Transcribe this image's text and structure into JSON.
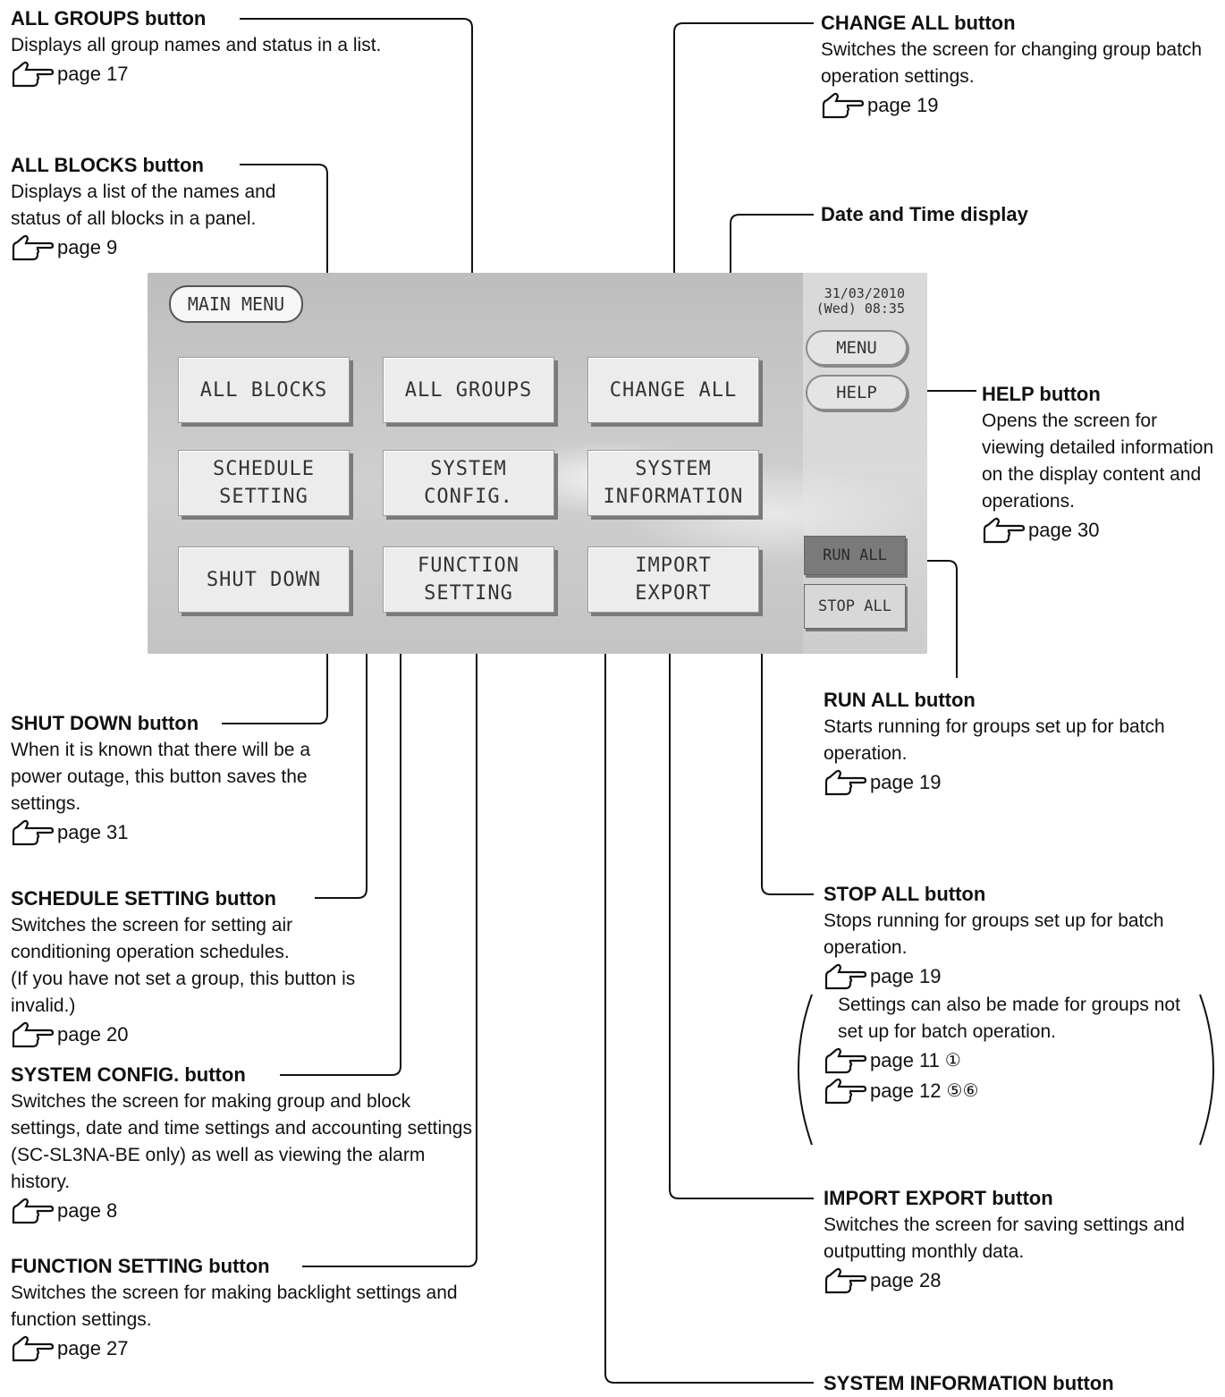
{
  "screen": {
    "main_menu_label": "MAIN MENU",
    "date_line1": "31/03/2010",
    "date_line2": "(Wed) 08:35",
    "menu_button": "MENU",
    "help_button": "HELP",
    "run_all_button": "RUN ALL",
    "stop_all_button": "STOP ALL",
    "buttons": [
      {
        "label": "ALL BLOCKS"
      },
      {
        "label": "ALL GROUPS"
      },
      {
        "label": "CHANGE ALL"
      },
      {
        "label": "SCHEDULE\nSETTING"
      },
      {
        "label": "SYSTEM\nCONFIG."
      },
      {
        "label": "SYSTEM\nINFORMATION"
      },
      {
        "label": "SHUT DOWN"
      },
      {
        "label": "FUNCTION\nSETTING"
      },
      {
        "label": "IMPORT\nEXPORT"
      }
    ]
  },
  "callouts": {
    "all_groups": {
      "title": "ALL GROUPS button",
      "desc": "Displays all group names and status in a list.",
      "page": "page 17"
    },
    "all_blocks": {
      "title": "ALL BLOCKS button",
      "desc": "Displays a list of the names and status of all blocks in a panel.",
      "page": "page 9"
    },
    "change_all": {
      "title": "CHANGE ALL button",
      "desc": "Switches the screen for changing group batch operation settings.",
      "page": "page 19"
    },
    "date_time": {
      "title": "Date and Time display"
    },
    "help": {
      "title": "HELP button",
      "desc": "Opens the screen for viewing detailed information on the display content and operations.",
      "page": "page 30"
    },
    "run_all": {
      "title": "RUN ALL button",
      "desc": "Starts running for groups set up for batch operation.",
      "page": "page 19"
    },
    "stop_all": {
      "title": "STOP ALL button",
      "desc": "Stops running for groups set up for batch operation.",
      "page": "page 19",
      "note": "Settings can also be made for groups not set up for batch operation.",
      "ref1": "page 11",
      "ref1_extra": "①",
      "ref2": "page 12",
      "ref2_extra": "⑤⑥"
    },
    "shut_down": {
      "title": "SHUT DOWN button",
      "desc": "When it is known that there will be a power outage, this button saves the settings.",
      "page": "page 31"
    },
    "schedule": {
      "title": "SCHEDULE SETTING button",
      "desc": "Switches the screen for setting air conditioning operation schedules.",
      "desc2": "(If you have not set a group, this button is invalid.)",
      "page": "page 20"
    },
    "system_config": {
      "title": "SYSTEM CONFIG. button",
      "desc": "Switches the screen for making group and block settings, date and time settings and accounting settings (SC-SL3NA-BE only) as well as viewing the alarm history.",
      "page": "page 8"
    },
    "function_setting": {
      "title": "FUNCTION SETTING button",
      "desc": "Switches the screen for making backlight settings and function settings.",
      "page": "page 27"
    },
    "import_export": {
      "title": "IMPORT EXPORT button",
      "desc": "Switches the screen for saving settings and outputting monthly data.",
      "page": "page 28"
    },
    "system_info": {
      "title": "SYSTEM INFORMATION button"
    }
  }
}
